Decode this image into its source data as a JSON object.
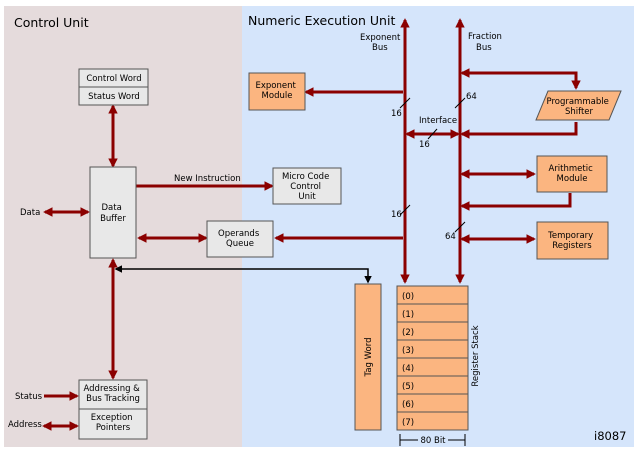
{
  "regions": {
    "control_unit": "Control Unit",
    "numeric_unit": "Numeric Execution Unit"
  },
  "buses": {
    "exponent": [
      "Exponent",
      "Bus"
    ],
    "fraction": [
      "Fraction",
      "Bus"
    ],
    "interface": "Interface",
    "width_exponent": "16",
    "width_fraction": "64",
    "stack_width": "80 Bit"
  },
  "boxes": {
    "control_word": "Control Word",
    "status_word": "Status Word",
    "data_buffer": [
      "Data",
      "Buffer"
    ],
    "micro_code": [
      "Micro Code",
      "Control",
      "Unit"
    ],
    "operands_queue": [
      "Operands",
      "Queue"
    ],
    "exponent_module": [
      "Exponent",
      "Module"
    ],
    "programmable_shifter": [
      "Programmable",
      "Shifter"
    ],
    "arithmetic_module": [
      "Arithmetic",
      "Module"
    ],
    "temporary_registers": [
      "Temporary",
      "Registers"
    ],
    "addressing": [
      "Addressing &",
      "Bus Tracking"
    ],
    "exception_pointers": [
      "Exception",
      "Pointers"
    ],
    "tag_word": "Tag Word",
    "register_stack": "Register Stack"
  },
  "labels": {
    "data": "Data",
    "status": "Status",
    "address": "Address",
    "new_instruction": "New Instruction",
    "chip": "i8087"
  },
  "registers": [
    "(0)",
    "(1)",
    "(2)",
    "(3)",
    "(4)",
    "(5)",
    "(6)",
    "(7)"
  ],
  "colors": {
    "control_bg": "#e5dbdc",
    "numeric_bg": "#d5e5fb",
    "arrow": "#8b0000",
    "module_fill": "#fbb580",
    "box_fill": "#e8e8e8"
  }
}
